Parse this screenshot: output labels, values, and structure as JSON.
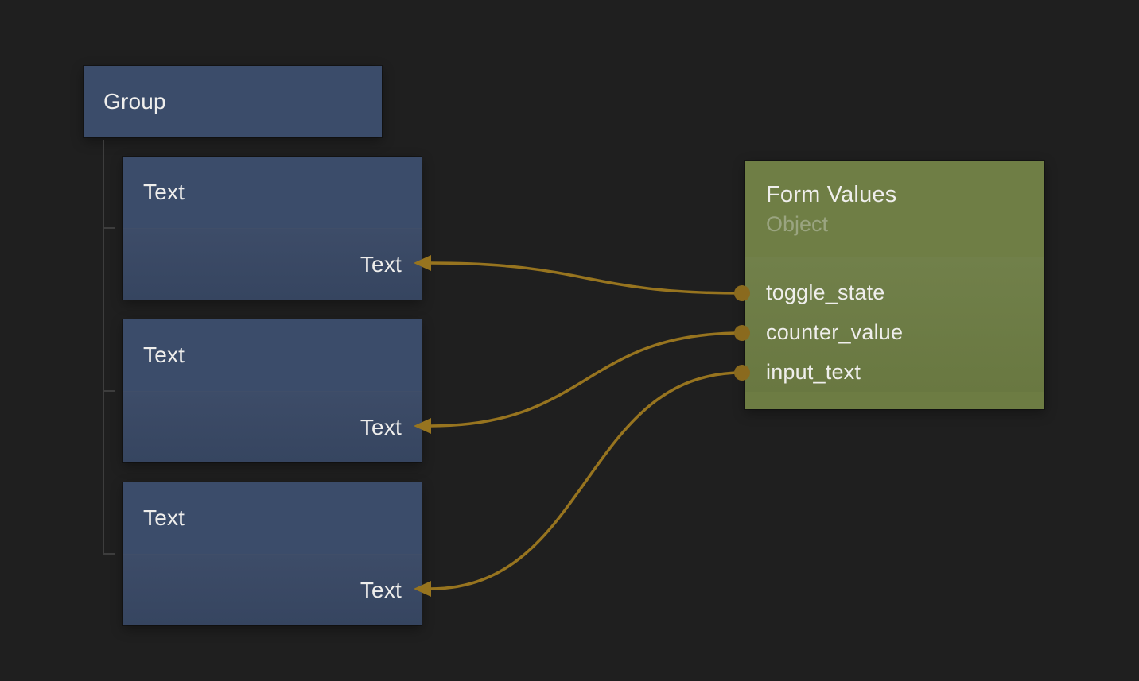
{
  "theme": {
    "canvas_bg": "#1f1f1f",
    "wire_color": "#97741f",
    "port_color": "#8a6a1e",
    "blue_node_header": "#3b4c6a",
    "blue_node_body": "#384760",
    "olive_node_header": "#6f7e45",
    "olive_node_body": "#6d7c43",
    "tree_line_color": "#3d3d3d",
    "label_color": "#efeeec",
    "subtitle_color": "#9aa480"
  },
  "nodes": {
    "group": {
      "title": "Group"
    },
    "text_nodes": [
      {
        "title": "Text",
        "input_label": "Text"
      },
      {
        "title": "Text",
        "input_label": "Text"
      },
      {
        "title": "Text",
        "input_label": "Text"
      }
    ],
    "form_values": {
      "title": "Form Values",
      "subtitle": "Object",
      "ports": [
        {
          "label": "toggle_state"
        },
        {
          "label": "counter_value"
        },
        {
          "label": "input_text"
        }
      ]
    }
  },
  "connections": [
    {
      "from_port": "toggle_state",
      "to_node": "text-1",
      "to_input": "Text"
    },
    {
      "from_port": "counter_value",
      "to_node": "text-2",
      "to_input": "Text"
    },
    {
      "from_port": "input_text",
      "to_node": "text-3",
      "to_input": "Text"
    }
  ]
}
